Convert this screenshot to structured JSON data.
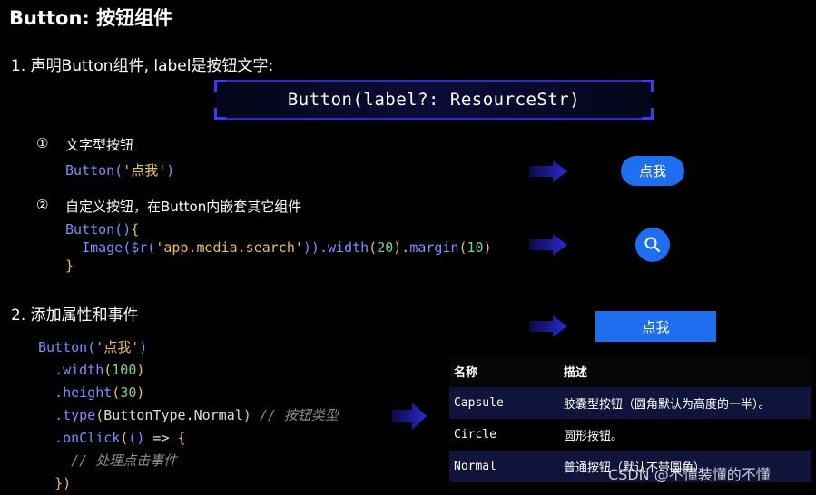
{
  "title": "Button: 按钮组件",
  "section1": {
    "heading": "1. 声明Button组件, label是按钮文字:",
    "signature": "Button(label?: ResourceStr)",
    "item1": {
      "marker": "①",
      "label": "文字型按钮",
      "code_fn": "Button(",
      "code_arg": "'点我'",
      "code_close": ")",
      "preview_button": "点我"
    },
    "item2": {
      "marker": "②",
      "label": "自定义按钮，在Button内嵌套其它组件",
      "code_line1_fn": "Button()",
      "code_line1_brace": "{",
      "code_line2_image": "Image(",
      "code_line2_r": "$r(",
      "code_line2_arg": "'app.media.search'",
      "code_line2_mid": ")).",
      "code_line2_width": "width",
      "code_line2_w1": "(",
      "code_line2_wv": "20",
      "code_line2_w2": ").",
      "code_line2_margin": "margin",
      "code_line2_m1": "(",
      "code_line2_mv": "10",
      "code_line2_m2": ")",
      "code_line3": "}",
      "preview_icon": "search-icon"
    }
  },
  "section2": {
    "heading": "2. 添加属性和事件",
    "code": {
      "l1_fn": "Button(",
      "l1_arg": "'点我'",
      "l1_close": ")",
      "l2_method": ".width",
      "l2_open": "(",
      "l2_val": "100",
      "l2_close": ")",
      "l3_method": ".height",
      "l3_open": "(",
      "l3_val": "30",
      "l3_close": ")",
      "l4_method": ".type",
      "l4_open": "(",
      "l4_val": "ButtonType.Normal",
      "l4_close": ")",
      "l4_comment": " // 按钮类型",
      "l5_method": ".onClick",
      "l5_open": "(",
      "l5_paren": "()",
      "l5_arrow": " => ",
      "l5_brace": "{",
      "l6_comment": "// 处理点击事件",
      "l7": "})"
    },
    "preview_button": "点我"
  },
  "table": {
    "headers": [
      "名称",
      "描述"
    ],
    "rows": [
      [
        "Capsule",
        "胶囊型按钮（圆角默认为高度的一半）。"
      ],
      [
        "Circle",
        "圆形按钮。"
      ],
      [
        "Normal",
        "普通按钮（默认不带圆角）。"
      ]
    ]
  },
  "watermark": "CSDN @不懂装懂的不懂",
  "colors": {
    "button_blue": "#1e6ef0",
    "arrow_blue": "#2a2ad8",
    "row_highlight": "#10143a"
  }
}
